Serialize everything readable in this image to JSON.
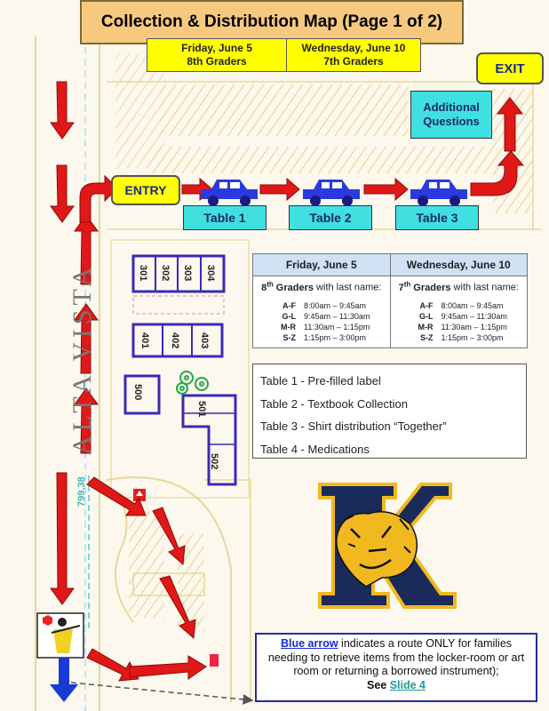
{
  "title": "Collection & Distribution Map (Page 1 of 2)",
  "dates": [
    {
      "day": "Friday, June 5",
      "grade": "8th Graders"
    },
    {
      "day": "Wednesday, June 10",
      "grade": "7th Graders"
    }
  ],
  "exit_label": "EXIT",
  "additional_questions": {
    "line1": "Additional",
    "line2": "Questions"
  },
  "entry_label": "ENTRY",
  "tables": [
    "Table 1",
    "Table 2",
    "Table 3"
  ],
  "street_name": "ALTA VISTA",
  "street_number": "799.38",
  "rooms": [
    "301",
    "302",
    "303",
    "304",
    "401",
    "402",
    "403",
    "500",
    "501",
    "502"
  ],
  "schedule": [
    {
      "day": "Friday, June 5",
      "grade_num": "8",
      "grade_sup": "th",
      "grade_rest": " Graders",
      "tail": " with last name:",
      "rows": [
        {
          "letters": "A-F",
          "time": "8:00am – 9:45am"
        },
        {
          "letters": "G-L",
          "time": "9:45am – 11:30am"
        },
        {
          "letters": "M-R",
          "time": "11:30am – 1:15pm"
        },
        {
          "letters": "S-Z",
          "time": "1:15pm – 3:00pm"
        }
      ]
    },
    {
      "day": "Wednesday, June 10",
      "grade_num": "7",
      "grade_sup": "th",
      "grade_rest": " Graders",
      "tail": " with last name:",
      "rows": [
        {
          "letters": "A-F",
          "time": "8:00am – 9:45am"
        },
        {
          "letters": "G-L",
          "time": "9:45am – 11:30am"
        },
        {
          "letters": "M-R",
          "time": "11:30am – 1:15pm"
        },
        {
          "letters": "S-Z",
          "time": "1:15pm – 3:00pm"
        }
      ]
    }
  ],
  "legend": [
    "Table 1 - Pre-filled label",
    "Table 2 - Textbook Collection",
    "Table 3 - Shirt distribution “Together”",
    "Table 4 - Medications"
  ],
  "note": {
    "link": "Blue arrow",
    "text": " indicates a route ONLY for families needing to retrieve items from the locker-room or art room or returning a borrowed instrument);",
    "see": "See ",
    "slide": "Slide 4"
  },
  "logo_letter": "K",
  "stop_sign": "STOP",
  "colors": {
    "arrow_red": "#e01818",
    "arrow_blue": "#1a3ad8",
    "car_blue": "#2a3ae0",
    "highlight_yellow": "#ffff00",
    "table_cyan": "#40e0e0",
    "logo_navy": "#1a2a5a",
    "logo_gold": "#f2b820",
    "room_blue": "#3a2ab8"
  },
  "icons": [
    "car-icon",
    "stop-sign-icon",
    "crossing-guard-icon",
    "tiger-logo",
    "red-arrow",
    "blue-arrow"
  ]
}
